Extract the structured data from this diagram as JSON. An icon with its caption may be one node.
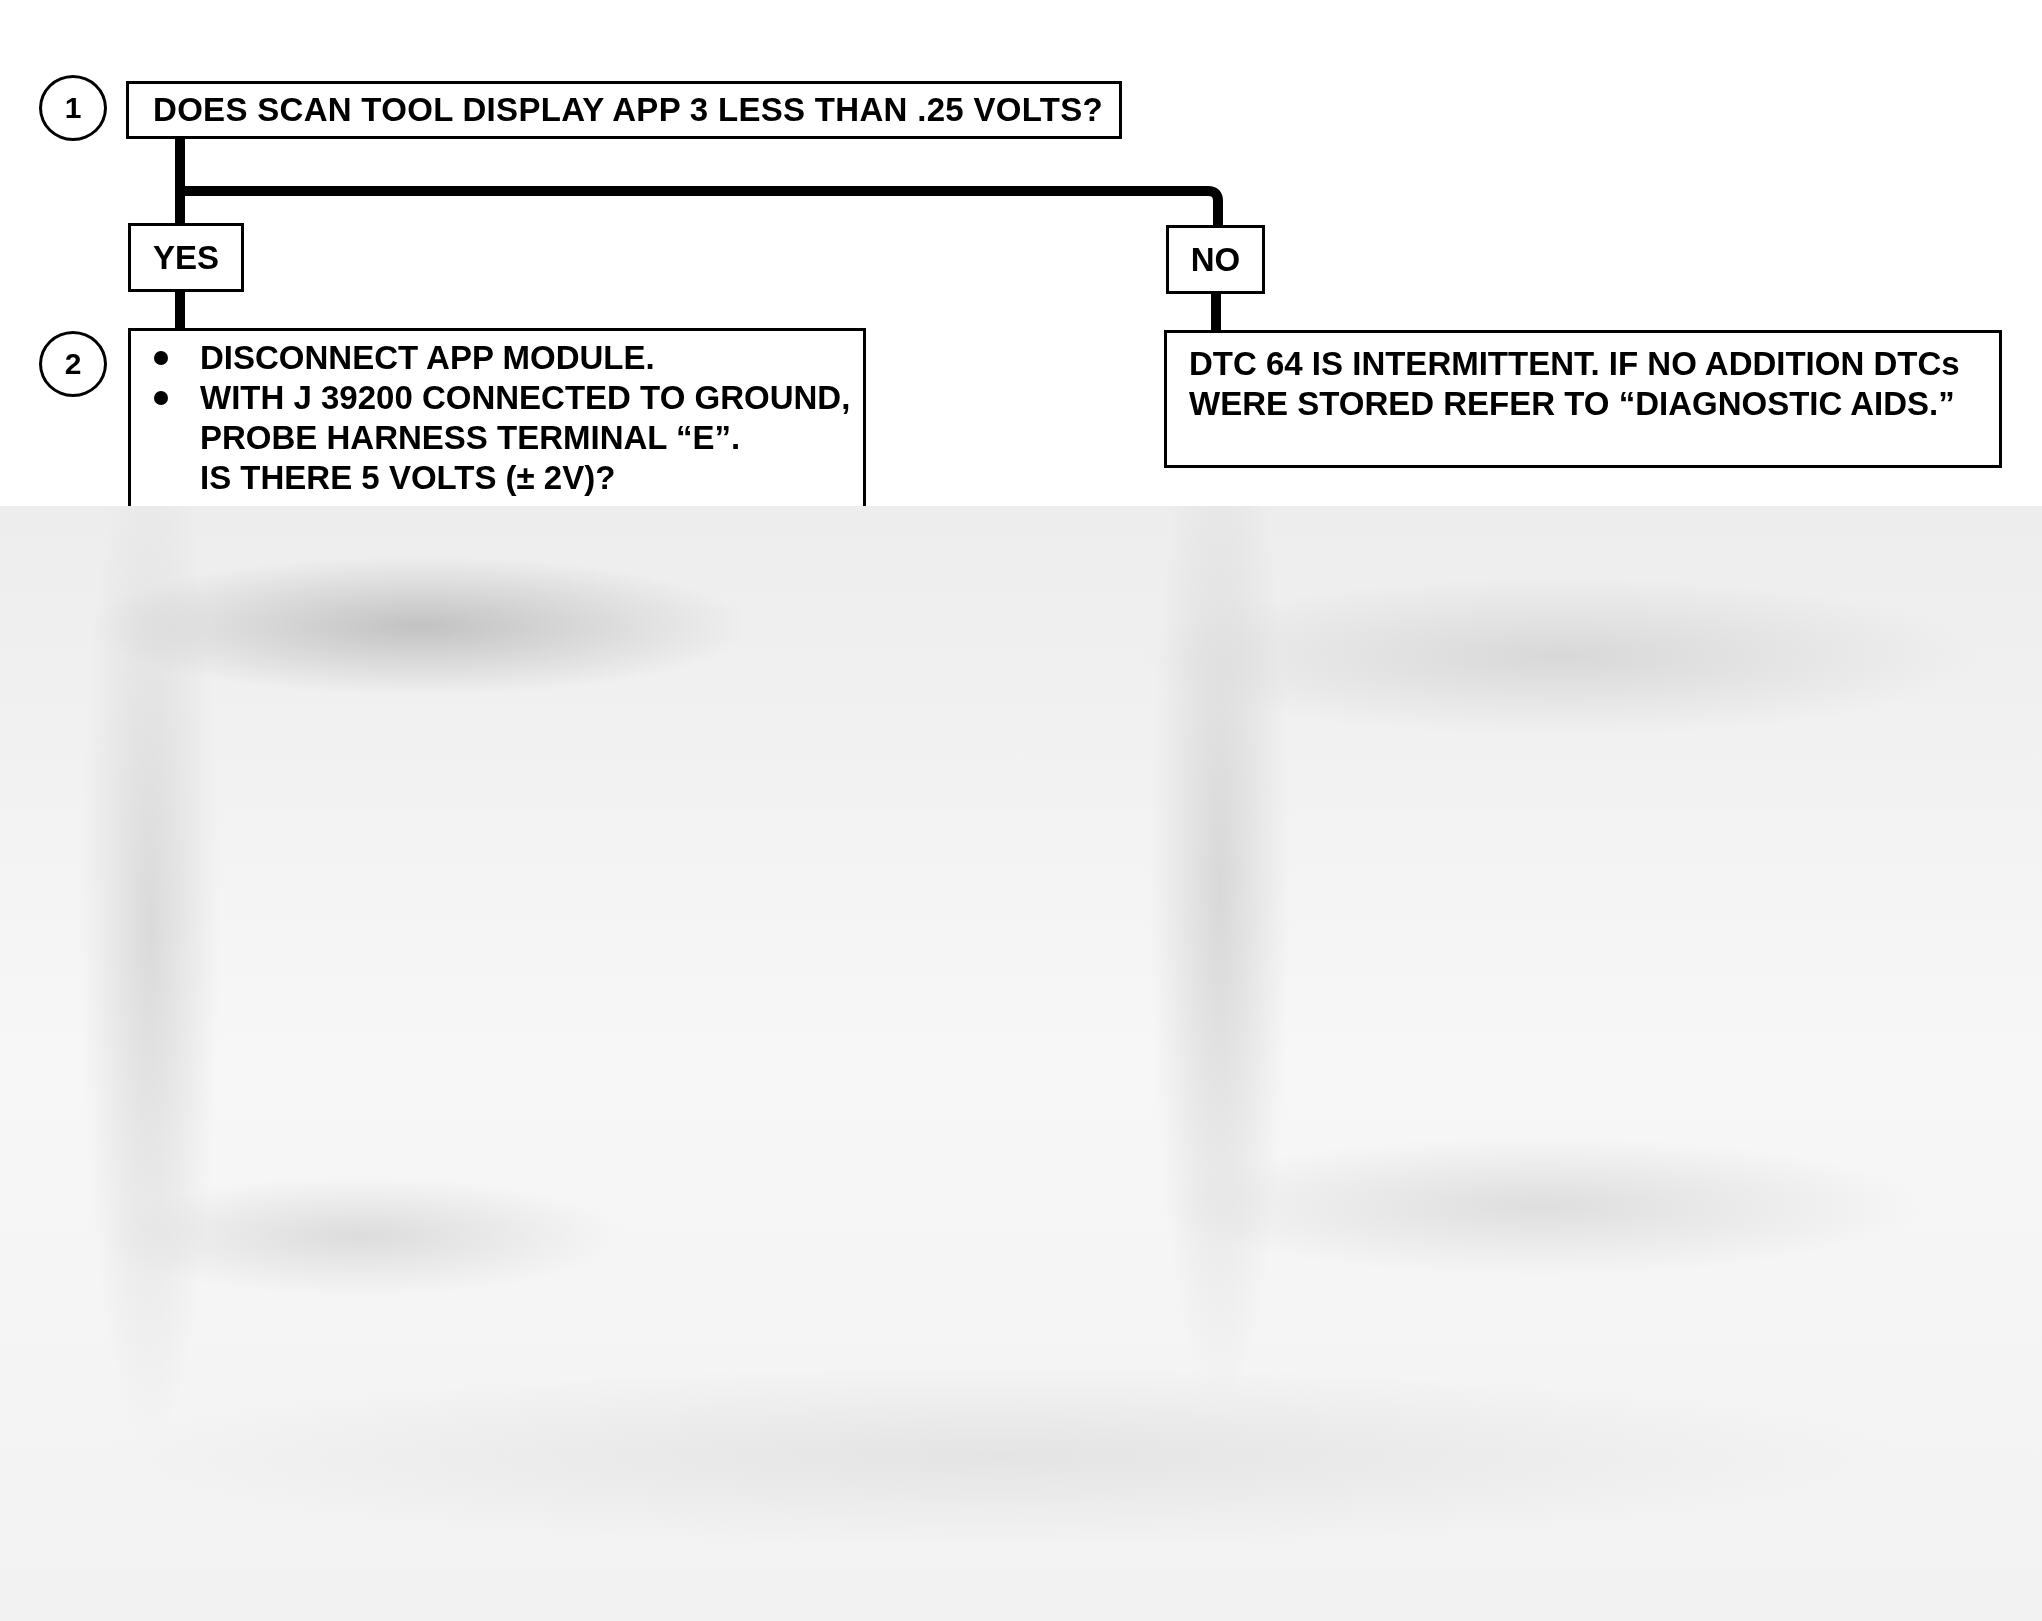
{
  "diagram": {
    "nodes": [
      {
        "text": [
          "1"
        ]
      },
      {
        "text": [
          "DOES SCAN TOOL DISPLAY APP 3 LESS THAN .25 VOLTS?"
        ]
      },
      {
        "text": [
          "YES"
        ]
      },
      {
        "text": [
          "NO"
        ]
      },
      {
        "text": [
          "2"
        ]
      },
      {
        "text": [
          "DISCONNECT APP MODULE.",
          "WITH J 39200 CONNECTED TO GROUND, PROBE HARNESS TERMINAL “E”.",
          "IS THERE 5 VOLTS (± 2V)?"
        ]
      },
      {
        "text": [
          "DTC 64 IS INTERMITTENT. IF NO ADDITION DTCs WERE STORED REFER TO “DIAGNOSTIC AIDS.”"
        ]
      }
    ],
    "edges": [
      {
        "from": 1,
        "to": 2,
        "arrow": "none"
      },
      {
        "from": 1,
        "to": 3,
        "arrow": "none"
      },
      {
        "from": 2,
        "to": 5,
        "arrow": "none"
      },
      {
        "from": 3,
        "to": 6,
        "arrow": "none"
      }
    ]
  }
}
